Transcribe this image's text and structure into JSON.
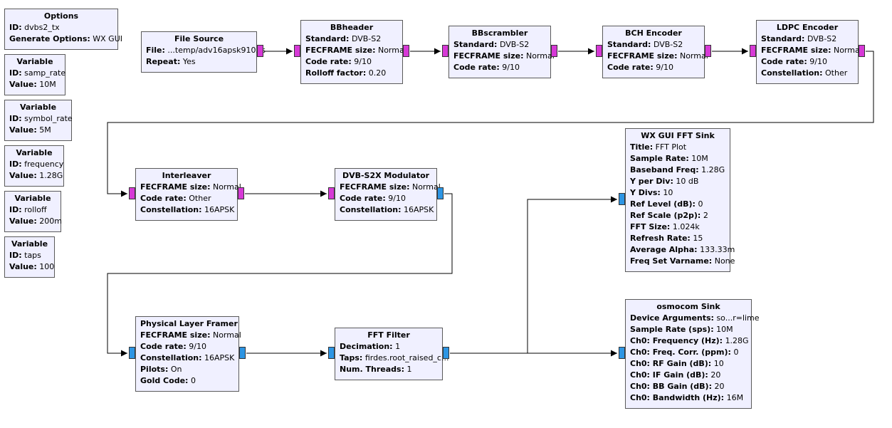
{
  "blocks": {
    "options": {
      "title": "Options",
      "rows": [
        {
          "k": "ID:",
          "v": "dvbs2_tx"
        },
        {
          "k": "Generate Options:",
          "v": "WX GUI"
        }
      ]
    },
    "var_samp_rate": {
      "title": "Variable",
      "rows": [
        {
          "k": "ID:",
          "v": "samp_rate"
        },
        {
          "k": "Value:",
          "v": "10M"
        }
      ]
    },
    "var_symbol_rate": {
      "title": "Variable",
      "rows": [
        {
          "k": "ID:",
          "v": "symbol_rate"
        },
        {
          "k": "Value:",
          "v": "5M"
        }
      ]
    },
    "var_frequency": {
      "title": "Variable",
      "rows": [
        {
          "k": "ID:",
          "v": "frequency"
        },
        {
          "k": "Value:",
          "v": "1.28G"
        }
      ]
    },
    "var_rolloff": {
      "title": "Variable",
      "rows": [
        {
          "k": "ID:",
          "v": "rolloff"
        },
        {
          "k": "Value:",
          "v": "200m"
        }
      ]
    },
    "var_taps": {
      "title": "Variable",
      "rows": [
        {
          "k": "ID:",
          "v": "taps"
        },
        {
          "k": "Value:",
          "v": "100"
        }
      ]
    },
    "file_source": {
      "title": "File Source",
      "rows": [
        {
          "k": "File:",
          "v": "...temp/adv16apsk910.ts"
        },
        {
          "k": "Repeat:",
          "v": "Yes"
        }
      ]
    },
    "bbheader": {
      "title": "BBheader",
      "rows": [
        {
          "k": "Standard:",
          "v": "DVB-S2"
        },
        {
          "k": "FECFRAME size:",
          "v": "Normal"
        },
        {
          "k": "Code rate:",
          "v": "9/10"
        },
        {
          "k": "Rolloff factor:",
          "v": "0.20"
        }
      ]
    },
    "bbscrambler": {
      "title": "BBscrambler",
      "rows": [
        {
          "k": "Standard:",
          "v": "DVB-S2"
        },
        {
          "k": "FECFRAME size:",
          "v": "Normal"
        },
        {
          "k": "Code rate:",
          "v": "9/10"
        }
      ]
    },
    "bch_encoder": {
      "title": "BCH Encoder",
      "rows": [
        {
          "k": "Standard:",
          "v": "DVB-S2"
        },
        {
          "k": "FECFRAME size:",
          "v": "Normal"
        },
        {
          "k": "Code rate:",
          "v": "9/10"
        }
      ]
    },
    "ldpc_encoder": {
      "title": "LDPC Encoder",
      "rows": [
        {
          "k": "Standard:",
          "v": "DVB-S2"
        },
        {
          "k": "FECFRAME size:",
          "v": "Normal"
        },
        {
          "k": "Code rate:",
          "v": "9/10"
        },
        {
          "k": "Constellation:",
          "v": "Other"
        }
      ]
    },
    "interleaver": {
      "title": "Interleaver",
      "rows": [
        {
          "k": "FECFRAME size:",
          "v": "Normal"
        },
        {
          "k": "Code rate:",
          "v": "Other"
        },
        {
          "k": "Constellation:",
          "v": "16APSK"
        }
      ]
    },
    "modulator": {
      "title": "DVB-S2X Modulator",
      "rows": [
        {
          "k": "FECFRAME size:",
          "v": "Normal"
        },
        {
          "k": "Code rate:",
          "v": "9/10"
        },
        {
          "k": "Constellation:",
          "v": "16APSK"
        }
      ]
    },
    "fft_sink": {
      "title": "WX GUI FFT Sink",
      "rows": [
        {
          "k": "Title:",
          "v": "FFT Plot"
        },
        {
          "k": "Sample Rate:",
          "v": "10M"
        },
        {
          "k": "Baseband Freq:",
          "v": "1.28G"
        },
        {
          "k": "Y per Div:",
          "v": "10 dB"
        },
        {
          "k": "Y Divs:",
          "v": "10"
        },
        {
          "k": "Ref Level (dB):",
          "v": "0"
        },
        {
          "k": "Ref Scale (p2p):",
          "v": "2"
        },
        {
          "k": "FFT Size:",
          "v": "1.024k"
        },
        {
          "k": "Refresh Rate:",
          "v": "15"
        },
        {
          "k": "Average Alpha:",
          "v": "133.33m"
        },
        {
          "k": "Freq Set Varname:",
          "v": "None"
        }
      ]
    },
    "framer": {
      "title": "Physical Layer Framer",
      "rows": [
        {
          "k": "FECFRAME size:",
          "v": "Normal"
        },
        {
          "k": "Code rate:",
          "v": "9/10"
        },
        {
          "k": "Constellation:",
          "v": "16APSK"
        },
        {
          "k": "Pilots:",
          "v": "On"
        },
        {
          "k": "Gold Code:",
          "v": "0"
        }
      ]
    },
    "fft_filter": {
      "title": "FFT Filter",
      "rows": [
        {
          "k": "Decimation:",
          "v": "1"
        },
        {
          "k": "Taps:",
          "v": "firdes.root_raised_c..."
        },
        {
          "k": "Num. Threads:",
          "v": "1"
        }
      ]
    },
    "osmocom_sink": {
      "title": "osmocom Sink",
      "rows": [
        {
          "k": "Device Arguments:",
          "v": "so...r=lime"
        },
        {
          "k": "Sample Rate (sps):",
          "v": "10M"
        },
        {
          "k": "Ch0: Frequency (Hz):",
          "v": "1.28G"
        },
        {
          "k": "Ch0: Freq. Corr. (ppm):",
          "v": "0"
        },
        {
          "k": "Ch0: RF Gain (dB):",
          "v": "10"
        },
        {
          "k": "Ch0: IF Gain (dB):",
          "v": "20"
        },
        {
          "k": "Ch0: BB Gain (dB):",
          "v": "20"
        },
        {
          "k": "Ch0: Bandwidth (Hz):",
          "v": "16M"
        }
      ]
    }
  },
  "colors": {
    "block_bg": "#f0f0ff",
    "port_byte": "#d639d6",
    "port_complex": "#2d95e3",
    "wire": "#000000"
  }
}
